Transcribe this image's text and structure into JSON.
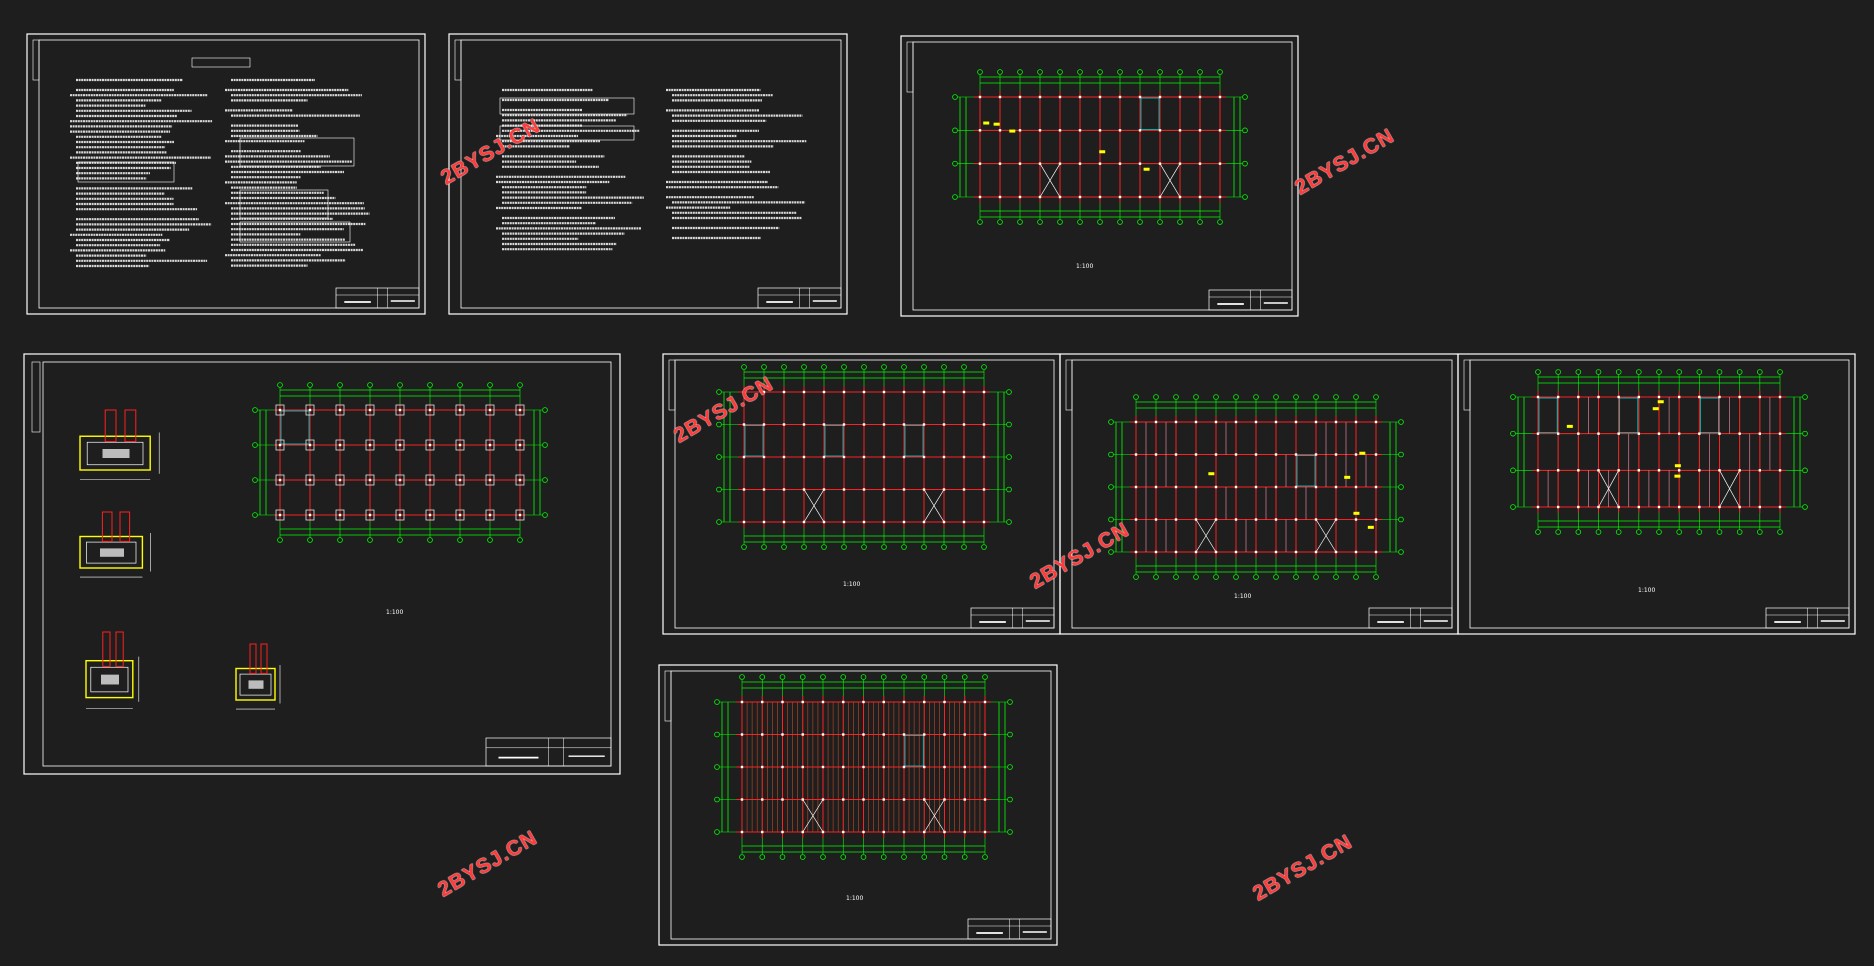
{
  "canvas": {
    "background": "#1e1e1e"
  },
  "colors": {
    "frame": "#ffffff",
    "axis": "#ff2020",
    "grid_ext": "#00ff00",
    "member": "#00e5e5",
    "note": "#ffff00",
    "watermark": "#ff3b3b"
  },
  "watermark": "2BYSJ.CN",
  "sheets": [
    {
      "id": "design-notes-1",
      "kind": "notes",
      "scale_label": ""
    },
    {
      "id": "design-notes-2",
      "kind": "notes",
      "scale_label": ""
    },
    {
      "id": "floor-plan-top",
      "kind": "plan",
      "scale_label": "1:100"
    },
    {
      "id": "foundation-plan",
      "kind": "foundation",
      "scale_label": "1:100"
    },
    {
      "id": "beam-plan-a",
      "kind": "plan",
      "scale_label": "1:100"
    },
    {
      "id": "beam-plan-b",
      "kind": "plan",
      "scale_label": "1:100"
    },
    {
      "id": "beam-plan-c",
      "kind": "plan",
      "scale_label": "1:100"
    },
    {
      "id": "roof-plan",
      "kind": "plan",
      "scale_label": "1:100"
    }
  ]
}
